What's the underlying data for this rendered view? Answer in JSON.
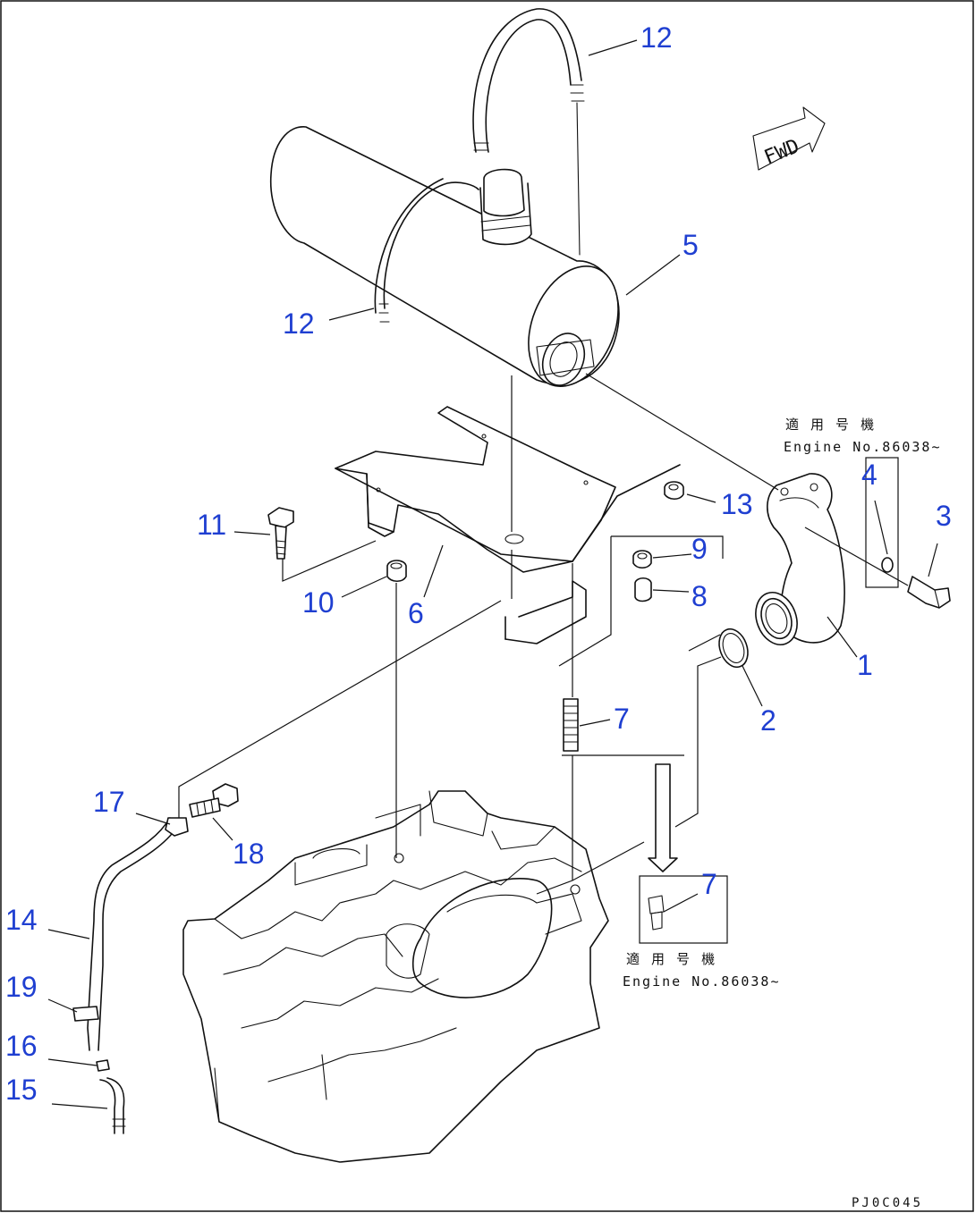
{
  "figure_code": "PJ0C045",
  "direction_label": "FWD",
  "notes": {
    "top_jp": "適 用 号 機",
    "top_en": "Engine No.86038~",
    "bottom_jp": "適 用 号 機",
    "bottom_en": "Engine No.86038~"
  },
  "callouts": [
    {
      "id": "c1",
      "label": "1"
    },
    {
      "id": "c2",
      "label": "2"
    },
    {
      "id": "c3",
      "label": "3"
    },
    {
      "id": "c4",
      "label": "4"
    },
    {
      "id": "c5",
      "label": "5"
    },
    {
      "id": "c6",
      "label": "6"
    },
    {
      "id": "c7a",
      "label": "7"
    },
    {
      "id": "c7b",
      "label": "7"
    },
    {
      "id": "c8",
      "label": "8"
    },
    {
      "id": "c9",
      "label": "9"
    },
    {
      "id": "c10",
      "label": "10"
    },
    {
      "id": "c11",
      "label": "11"
    },
    {
      "id": "c12a",
      "label": "12"
    },
    {
      "id": "c12b",
      "label": "12"
    },
    {
      "id": "c13",
      "label": "13"
    },
    {
      "id": "c14",
      "label": "14"
    },
    {
      "id": "c15",
      "label": "15"
    },
    {
      "id": "c16",
      "label": "16"
    },
    {
      "id": "c17",
      "label": "17"
    },
    {
      "id": "c18",
      "label": "18"
    },
    {
      "id": "c19",
      "label": "19"
    }
  ],
  "colors": {
    "callout": "#1f3fd1",
    "line": "#111111",
    "background": "#ffffff"
  }
}
